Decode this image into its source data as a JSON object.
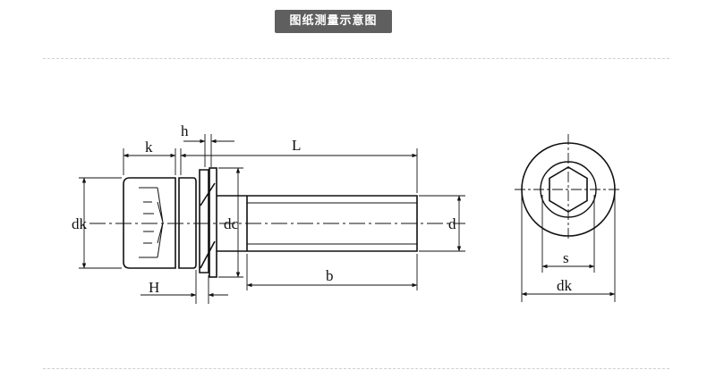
{
  "title": "图纸测量示意图",
  "labels": {
    "k": "k",
    "h": "h",
    "L": "L",
    "dk_side": "dk",
    "dc": "dc",
    "d": "d",
    "H": "H",
    "b": "b",
    "s": "s",
    "dk_end": "dk"
  },
  "colors": {
    "line": "#111111",
    "badge": "#5f5f5f",
    "separator": "#cfcfcf"
  }
}
